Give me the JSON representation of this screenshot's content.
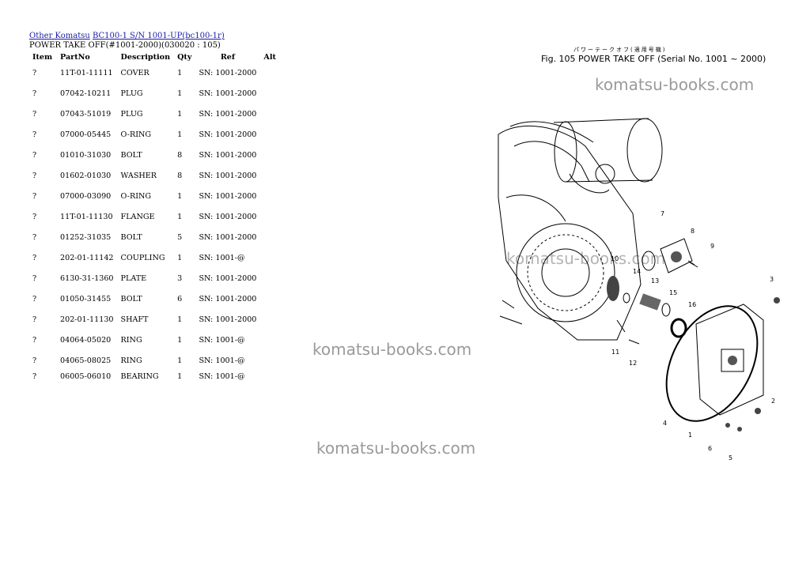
{
  "breadcrumbs": {
    "part1": "Other Komatsu",
    "part2": "BC100-1 S/N 1001-UP(bc100-1r)"
  },
  "subtitle": "POWER TAKE OFF(#1001-2000)(030020 : 105)",
  "table": {
    "headers": {
      "item": "Item",
      "partno": "PartNo",
      "desc": "Description",
      "qty": "Qty",
      "ref": "Ref",
      "alt": "Alt"
    },
    "rows": [
      {
        "item": "?",
        "partno": "11T-01-11111",
        "desc": "COVER",
        "qty": "1",
        "ref": "SN: 1001-2000"
      },
      {
        "item": "?",
        "partno": "07042-10211",
        "desc": "PLUG",
        "qty": "1",
        "ref": "SN: 1001-2000"
      },
      {
        "item": "?",
        "partno": "07043-51019",
        "desc": "PLUG",
        "qty": "1",
        "ref": "SN: 1001-2000"
      },
      {
        "item": "?",
        "partno": "07000-05445",
        "desc": "O-RING",
        "qty": "1",
        "ref": "SN: 1001-2000"
      },
      {
        "item": "?",
        "partno": "01010-31030",
        "desc": "BOLT",
        "qty": "8",
        "ref": "SN: 1001-2000"
      },
      {
        "item": "?",
        "partno": "01602-01030",
        "desc": "WASHER",
        "qty": "8",
        "ref": "SN: 1001-2000"
      },
      {
        "item": "?",
        "partno": "07000-03090",
        "desc": "O-RING",
        "qty": "1",
        "ref": "SN: 1001-2000"
      },
      {
        "item": "?",
        "partno": "11T-01-11130",
        "desc": "FLANGE",
        "qty": "1",
        "ref": "SN: 1001-2000"
      },
      {
        "item": "?",
        "partno": "01252-31035",
        "desc": "BOLT",
        "qty": "5",
        "ref": "SN: 1001-2000"
      },
      {
        "item": "?",
        "partno": "202-01-11142",
        "desc": "COUPLING",
        "qty": "1",
        "ref": "SN: 1001-@"
      },
      {
        "item": "?",
        "partno": "6130-31-1360",
        "desc": "PLATE",
        "qty": "3",
        "ref": "SN: 1001-2000"
      },
      {
        "item": "?",
        "partno": "01050-31455",
        "desc": "BOLT",
        "qty": "6",
        "ref": "SN: 1001-2000"
      },
      {
        "item": "?",
        "partno": "202-01-11130",
        "desc": "SHAFT",
        "qty": "1",
        "ref": "SN: 1001-2000"
      },
      {
        "item": "?",
        "partno": "04064-05020",
        "desc": "RING",
        "qty": "1",
        "ref": "SN: 1001-@"
      },
      {
        "item": "?",
        "partno": "04065-08025",
        "desc": "RING",
        "qty": "1",
        "ref": "SN: 1001-@"
      },
      {
        "item": "?",
        "partno": "06005-06010",
        "desc": "BEARING",
        "qty": "1",
        "ref": "SN: 1001-@"
      }
    ]
  },
  "figure": {
    "jp_title": "パワーテークオフ(適用号機)",
    "title": "Fig. 105 POWER TAKE OFF (Serial No. 1001 ~ 2000)",
    "callouts": [
      "7",
      "8",
      "9",
      "10",
      "14",
      "13",
      "15",
      "16",
      "3",
      "11",
      "12",
      "4",
      "1",
      "2",
      "6",
      "5"
    ]
  },
  "watermark": "komatsu-books.com"
}
